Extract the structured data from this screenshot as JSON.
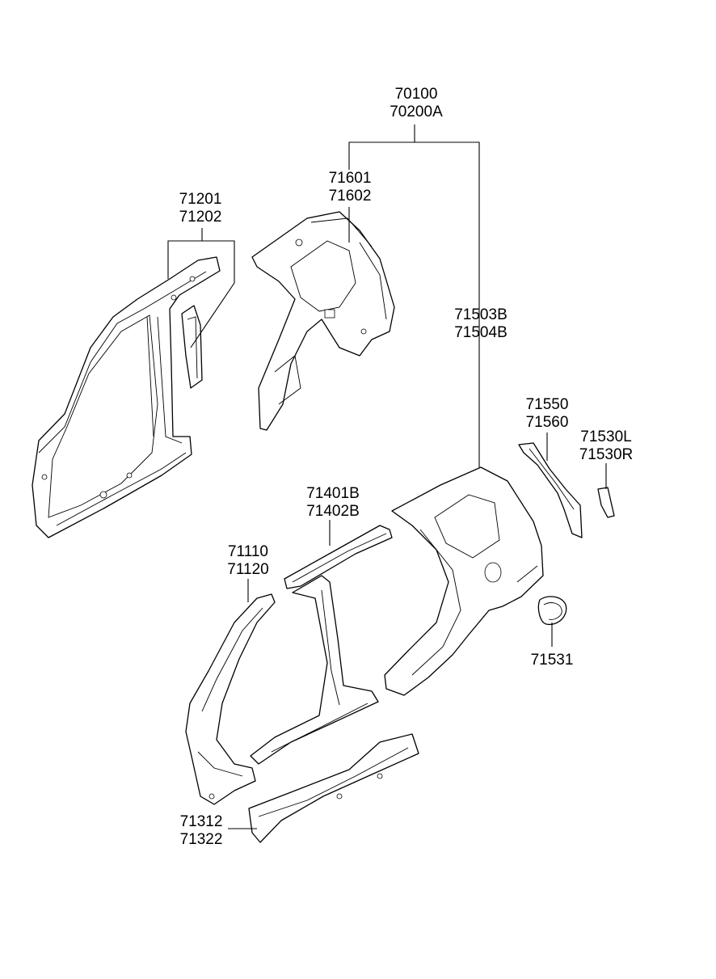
{
  "labels": {
    "assembly": [
      "70100",
      "70200A"
    ],
    "pillar_inner_left": [
      "71201",
      "71202"
    ],
    "rear_inner": [
      "71601",
      "71602"
    ],
    "quarter_outer": [
      "71503B",
      "71504B"
    ],
    "fuel_bracket": [
      "71550",
      "71560"
    ],
    "small_bracket": [
      "71530L",
      "71530R"
    ],
    "roof_rail": [
      "71401B",
      "71402B"
    ],
    "front_pillar": [
      "71110",
      "71120"
    ],
    "fuel_door": [
      "71531"
    ],
    "sill": [
      "71312",
      "71322"
    ]
  }
}
